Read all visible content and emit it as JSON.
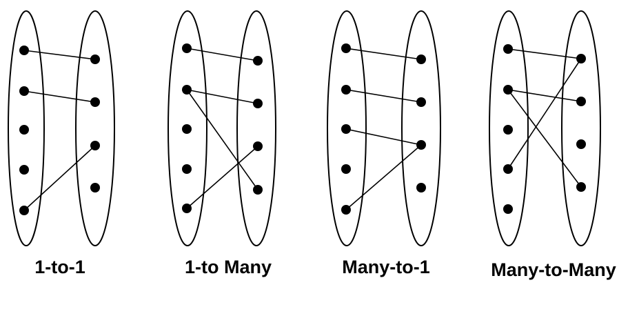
{
  "diagrams": [
    {
      "caption": "1-to-1",
      "left_count": 5,
      "right_count": 4,
      "edges": [
        [
          0,
          0
        ],
        [
          1,
          1
        ],
        [
          4,
          2
        ]
      ]
    },
    {
      "caption": "1-to Many",
      "left_count": 5,
      "right_count": 4,
      "edges": [
        [
          0,
          0
        ],
        [
          1,
          1
        ],
        [
          1,
          3
        ],
        [
          4,
          2
        ]
      ]
    },
    {
      "caption": "Many-to-1",
      "left_count": 5,
      "right_count": 4,
      "edges": [
        [
          0,
          0
        ],
        [
          1,
          1
        ],
        [
          2,
          2
        ],
        [
          4,
          2
        ]
      ]
    },
    {
      "caption": "Many-to-Many",
      "left_count": 5,
      "right_count": 4,
      "edges": [
        [
          0,
          0
        ],
        [
          1,
          1
        ],
        [
          1,
          3
        ],
        [
          3,
          0
        ]
      ]
    }
  ],
  "colors": {
    "stroke": "#000000",
    "background": "#ffffff"
  }
}
